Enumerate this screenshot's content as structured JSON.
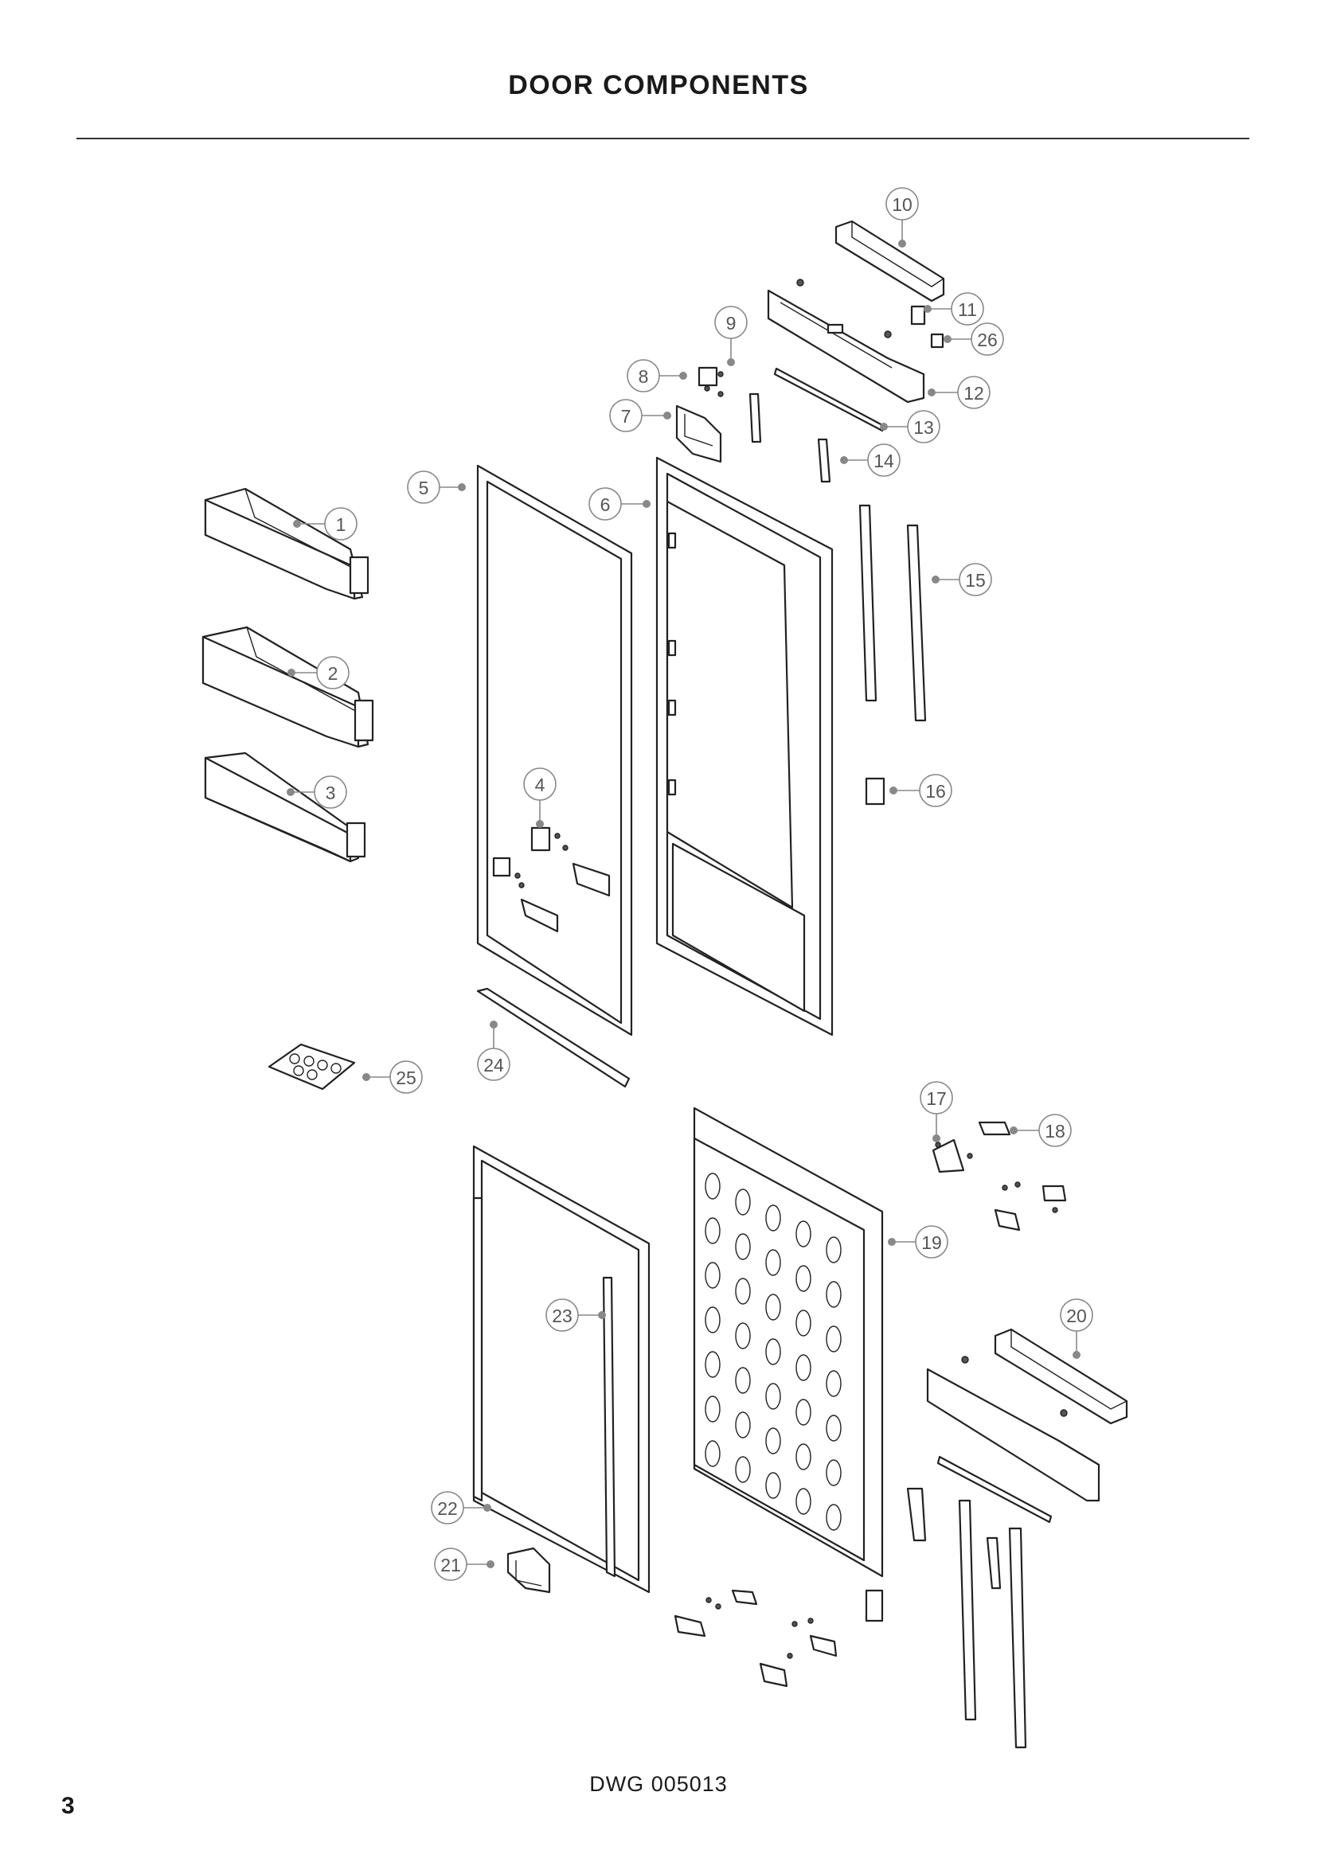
{
  "header": {
    "title": "DOOR COMPONENTS"
  },
  "footer": {
    "drawing_number": "DWG 005013",
    "page_number": "3"
  },
  "callouts": [
    {
      "label": "1"
    },
    {
      "label": "2"
    },
    {
      "label": "3"
    },
    {
      "label": "4"
    },
    {
      "label": "5"
    },
    {
      "label": "6"
    },
    {
      "label": "7"
    },
    {
      "label": "8"
    },
    {
      "label": "9"
    },
    {
      "label": "10"
    },
    {
      "label": "11"
    },
    {
      "label": "12"
    },
    {
      "label": "13"
    },
    {
      "label": "14"
    },
    {
      "label": "15"
    },
    {
      "label": "16"
    },
    {
      "label": "17"
    },
    {
      "label": "18"
    },
    {
      "label": "19"
    },
    {
      "label": "20"
    },
    {
      "label": "21"
    },
    {
      "label": "22"
    },
    {
      "label": "23"
    },
    {
      "label": "24"
    },
    {
      "label": "25"
    },
    {
      "label": "26"
    }
  ]
}
